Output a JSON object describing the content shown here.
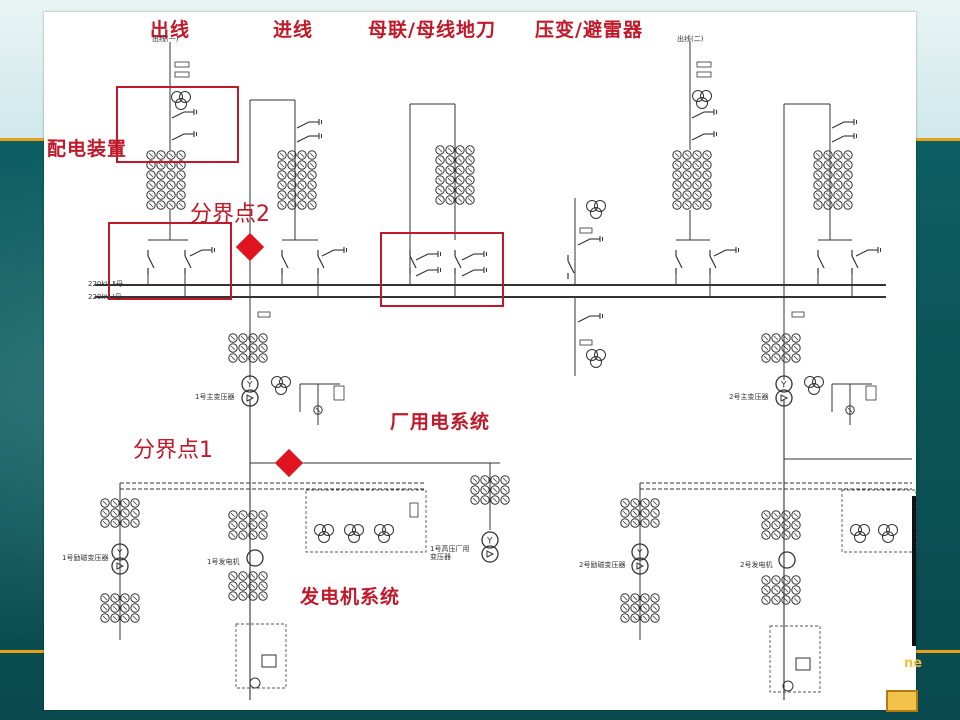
{
  "headers": {
    "outgoing": "出线",
    "incoming": "进线",
    "bus_coupler": "母联/母线地刀",
    "pt_arrester": "压变/避雷器"
  },
  "labels": {
    "distribution_device": "配电装置",
    "boundary_point_2": "分界点2",
    "boundary_point_1": "分界点1",
    "station_service_system": "厂用电系统",
    "generator_system": "发电机系统"
  },
  "small_text": {
    "outgoing_1": "出线(一)",
    "outgoing_2": "出线(二)",
    "bus_2": "220kV Ⅱ母",
    "bus_1": "220kV Ⅰ母",
    "main_transformer_1": "1号主变压器",
    "main_transformer_2": "2号主变压器",
    "excitation_transformer_1": "1号励磁变压器",
    "excitation_transformer_2": "2号励磁变压器",
    "generator_1": "1号发电机",
    "generator_2": "2号发电机",
    "hv_station_transformer_1": "1号高压厂用变压器"
  },
  "nav": {
    "tag": "ne"
  },
  "colors": {
    "highlight_box": "#c0192a",
    "boundary_marker": "#e0141f",
    "label_red": "#c0192a",
    "line": "#333333",
    "slide_band": "#e3a21a",
    "slide_bg": "#0e5a5e"
  }
}
